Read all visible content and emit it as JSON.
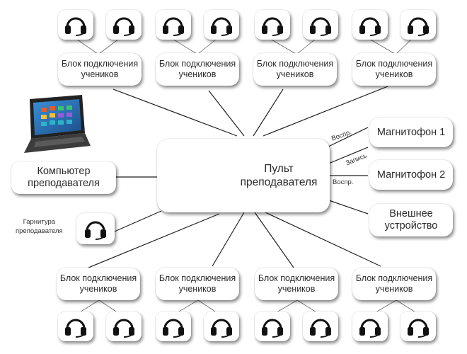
{
  "student_block": {
    "line1": "Блок подключения",
    "line2": "учеников"
  },
  "console": {
    "line1": "Пульт",
    "line2": "преподавателя"
  },
  "teacher_pc": {
    "line1": "Компьютер",
    "line2": "преподавателя"
  },
  "teacher_headset": {
    "line1": "Гарнитура",
    "line2": "преподавателя"
  },
  "tape1": "Магнитофон 1",
  "tape2": "Магнитофон 2",
  "external": {
    "line1": "Внешнее",
    "line2": "устройство"
  },
  "labels": {
    "play1": "Воспр.",
    "record": "Запись",
    "play2": "Воспр."
  }
}
